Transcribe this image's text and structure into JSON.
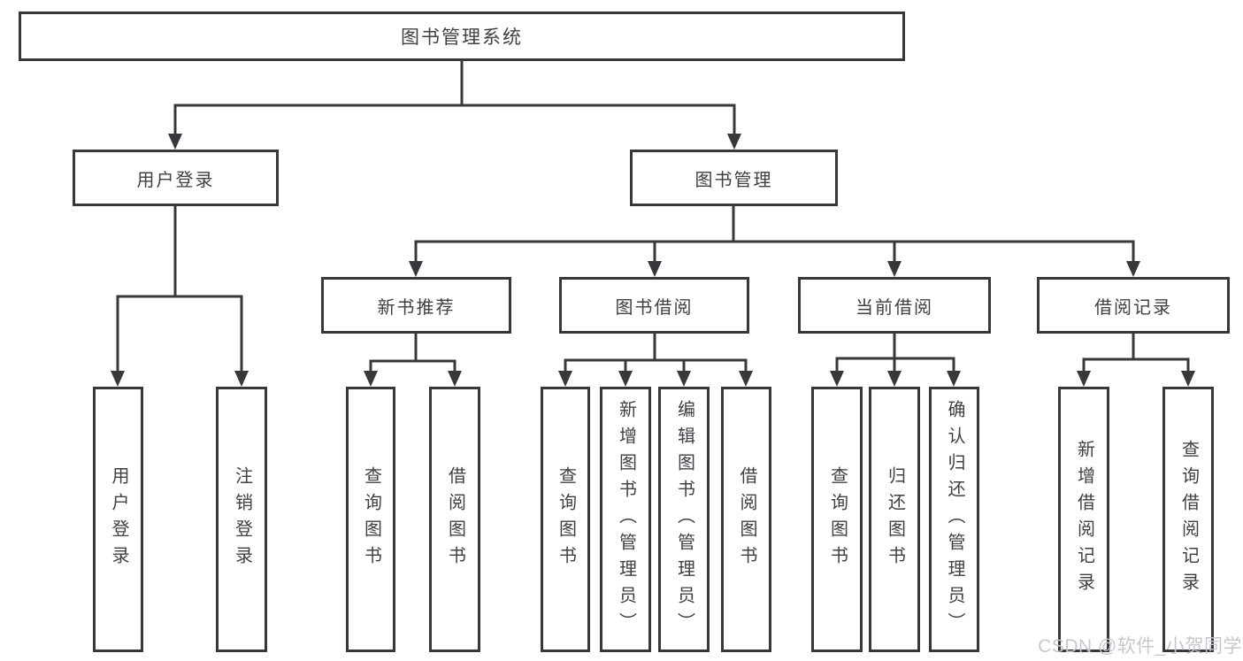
{
  "diagram": {
    "title": "图书管理系统",
    "level1": [
      {
        "label": "用户登录"
      },
      {
        "label": "图书管理"
      }
    ],
    "level2": [
      {
        "label": "新书推荐",
        "parent": "图书管理"
      },
      {
        "label": "图书借阅",
        "parent": "图书管理"
      },
      {
        "label": "当前借阅",
        "parent": "图书管理"
      },
      {
        "label": "借阅记录",
        "parent": "图书管理"
      }
    ],
    "leaves": [
      {
        "label": "用户登录",
        "parent": "用户登录"
      },
      {
        "label": "注销登录",
        "parent": "用户登录"
      },
      {
        "label": "查询图书",
        "parent": "新书推荐"
      },
      {
        "label": "借阅图书",
        "parent": "新书推荐"
      },
      {
        "label": "查询图书",
        "parent": "图书借阅"
      },
      {
        "label": "新增图书（管理员）",
        "parent": "图书借阅"
      },
      {
        "label": "编辑图书（管理员）",
        "parent": "图书借阅"
      },
      {
        "label": "借阅图书",
        "parent": "图书借阅"
      },
      {
        "label": "查询图书",
        "parent": "当前借阅"
      },
      {
        "label": "归还图书",
        "parent": "当前借阅"
      },
      {
        "label": "确认归还（管理员）",
        "parent": "当前借阅"
      },
      {
        "label": "新增借阅记录",
        "parent": "借阅记录"
      },
      {
        "label": "查询借阅记录",
        "parent": "借阅记录"
      }
    ],
    "watermark": "CSDN @软件_小贺同学",
    "colors": {
      "line": "#38383c",
      "text": "#3f4045",
      "box_background": "#ffffff",
      "watermark": "#c3c5cb"
    }
  }
}
